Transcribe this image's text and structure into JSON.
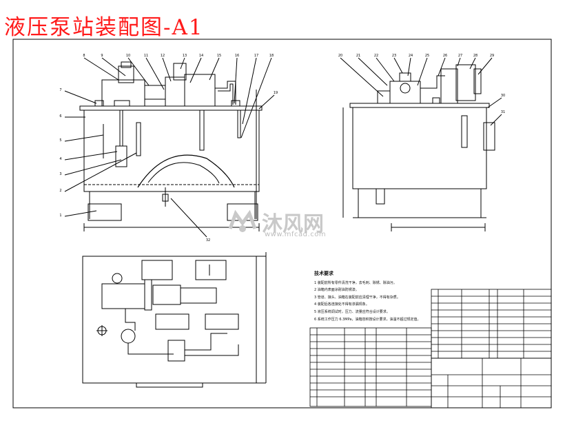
{
  "page": {
    "title": "液压泵站装配图-A1"
  },
  "watermark": {
    "name": "沐风网",
    "url": "www.mfcad.com",
    "logo_icon": "mfcad-logo-icon"
  },
  "drawing": {
    "line_color": "#000000",
    "title_color": "#ff1a1a",
    "watermark_color": "#c9c9c9",
    "front_view_balloons": [
      "8",
      "9",
      "10",
      "11",
      "12",
      "13",
      "14",
      "15",
      "16",
      "17",
      "18",
      "19"
    ],
    "side_view_balloons": [
      "20",
      "21",
      "22",
      "23",
      "24",
      "25",
      "26",
      "27",
      "28",
      "29",
      "30",
      "31"
    ],
    "left_side_balloons": [
      "7",
      "6",
      "5",
      "4",
      "3",
      "2",
      "1"
    ],
    "bottom_balloon": "32",
    "tech_notes": {
      "title": "技术要求",
      "lines": [
        "1  装配前所有零件清洗干净，去毛刺、除锈、除油污。",
        "2  油箱内表面涂耐油防锈漆。",
        "3  管道、接头、油箱在装配前应清理干净，不得有杂质。",
        "4  装配后各连接处不得有渗漏现象。",
        "5  液压系统调试时，压力、流量应符合设计要求。",
        "6  系统工作压力 6.3MPa，油箱容积按设计要求，油温不超过规定值。"
      ]
    }
  }
}
